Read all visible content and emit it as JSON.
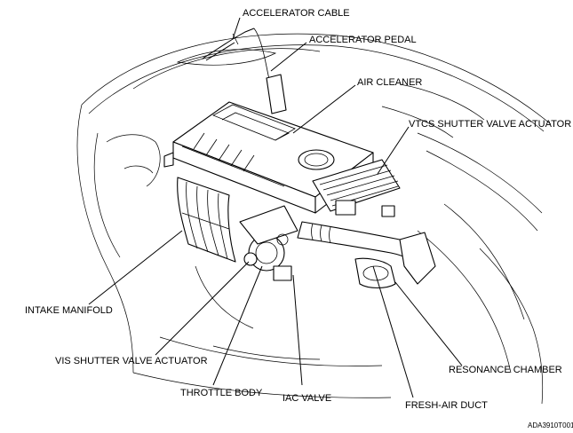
{
  "labels": {
    "accelerator_cable": "ACCELERATOR CABLE",
    "accelerator_pedal": "ACCELERATOR PEDAL",
    "air_cleaner": "AIR CLEANER",
    "vtcs_actuator": "VTCS SHUTTER VALVE ACTUATOR",
    "intake_manifold": "INTAKE MANIFOLD",
    "vis_actuator": "VIS SHUTTER VALVE ACTUATOR",
    "throttle_body": "THROTTLE BODY",
    "iac_valve": "IAC VALVE",
    "resonance_chamber": "RESONANCE CHAMBER",
    "fresh_air_duct": "FRESH-AIR DUCT"
  },
  "figure_code": "ADA3910T001"
}
